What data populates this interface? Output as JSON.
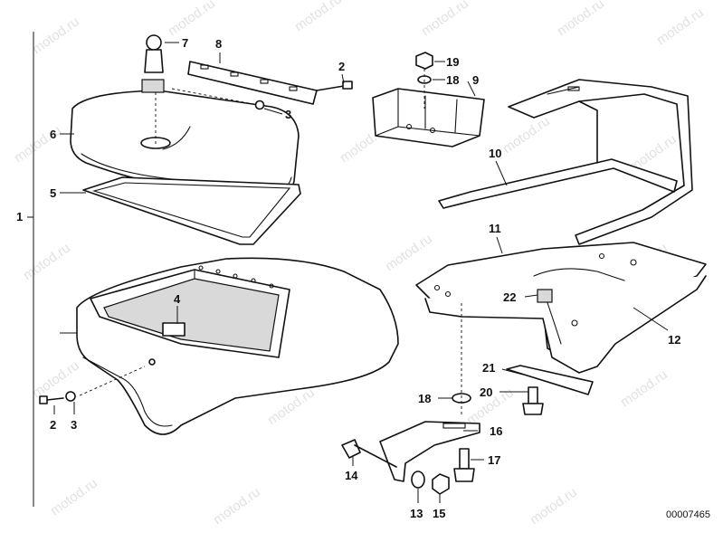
{
  "watermark": "motod.ru",
  "drawing_number": "00007465",
  "callouts": {
    "c1": "1",
    "c2a": "2",
    "c2b": "2",
    "c3a": "3",
    "c3b": "3",
    "c4": "4",
    "c5": "5",
    "c6": "6",
    "c7": "7",
    "c8": "8",
    "c9": "9",
    "c10": "10",
    "c11": "11",
    "c12": "12",
    "c13": "13",
    "c14": "14",
    "c15": "15",
    "c16": "16",
    "c17": "17",
    "c18a": "18",
    "c18b": "18",
    "c19": "19",
    "c20": "20",
    "c21": "21",
    "c22": "22"
  }
}
